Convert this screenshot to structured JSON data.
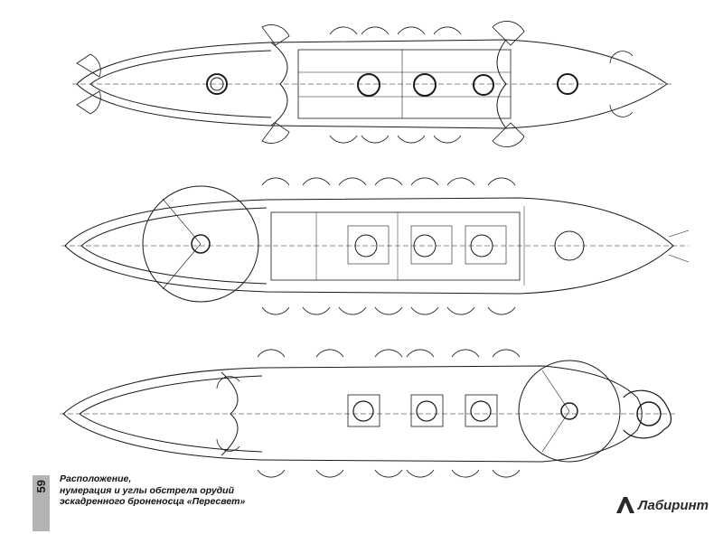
{
  "page": {
    "number": "59"
  },
  "caption": {
    "lines": [
      "Расположение,",
      "нумерация и углы обстрела орудий",
      "эскадренного броненосца «Пересвет»"
    ]
  },
  "watermark": {
    "text": "Лабиринт",
    "mark": "Л"
  },
  "colors": {
    "ink": "#1a1a1a",
    "strip": "#b3b3b3",
    "paper": "#ffffff"
  },
  "plans": [
    {
      "id": "upper-deck"
    },
    {
      "id": "middle-deck"
    },
    {
      "id": "lower-deck"
    }
  ]
}
